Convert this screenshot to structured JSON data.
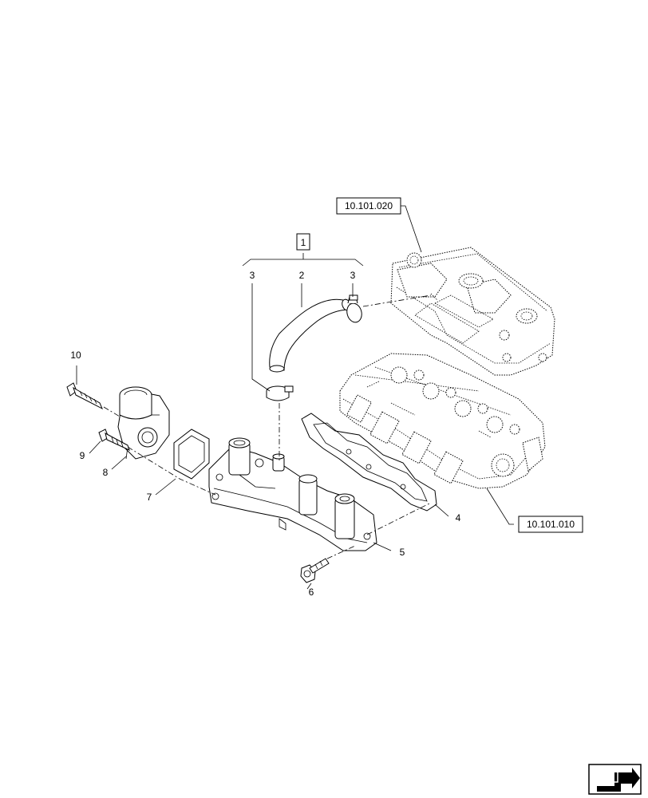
{
  "diagram": {
    "callouts": {
      "c1": "1",
      "c2": "2",
      "c3a": "3",
      "c3b": "3",
      "c4": "4",
      "c5": "5",
      "c6": "6",
      "c7": "7",
      "c8": "8",
      "c9": "9",
      "c10": "10"
    },
    "references": {
      "cover": "10.101.020",
      "head": "10.101.010"
    },
    "icons": {
      "nav": "next-page-arrow-icon"
    }
  }
}
